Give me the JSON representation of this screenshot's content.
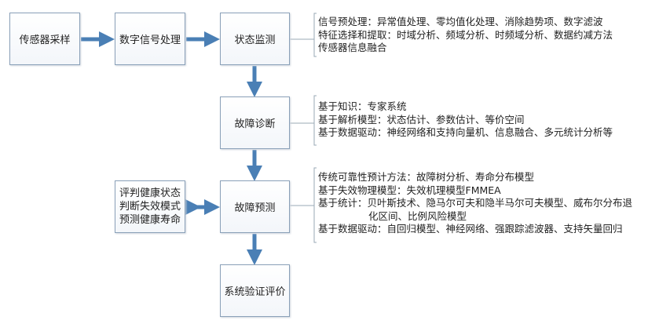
{
  "boxes": {
    "sensor": "传感器采样",
    "dsp": "数字信号处理",
    "monitor": "状态监测",
    "diagnosis": "故障诊断",
    "prognosis": "故障预测",
    "evaluation": "系统验证评价",
    "health": [
      "评判健康状态",
      "判断失效模式",
      "预测健康寿命"
    ]
  },
  "notes": {
    "monitor": [
      "信号预处理：异常值处理、零均值化处理、消除趋势项、数字滤波",
      "特征选择和提取：时域分析、频域分析、时频域分析、数据约减方法",
      "传感器信息融合"
    ],
    "diagnosis": [
      "基于知识：专家系统",
      "基于解析模型：状态估计、参数估计、等价空间",
      "基于数据驱动：神经网络和支持向量机、信息融合、多元统计分析等"
    ],
    "prognosis": [
      "传统可靠性预计方法：故障树分析、寿命分布模型",
      "基于失效物理模型：失效机理模型FMMEA",
      "基于统计：贝叶斯技术、隐马尔可夫和隐半马尔可夫模型、威布尔分布退",
      "化区间、比例风险模型",
      "基于数据驱动：自回归模型、神经网络、强跟踪滤波器、支持矢量回归"
    ]
  },
  "colors": {
    "arrow": "#4a7fb5",
    "bracket": "#9aa8b6"
  }
}
